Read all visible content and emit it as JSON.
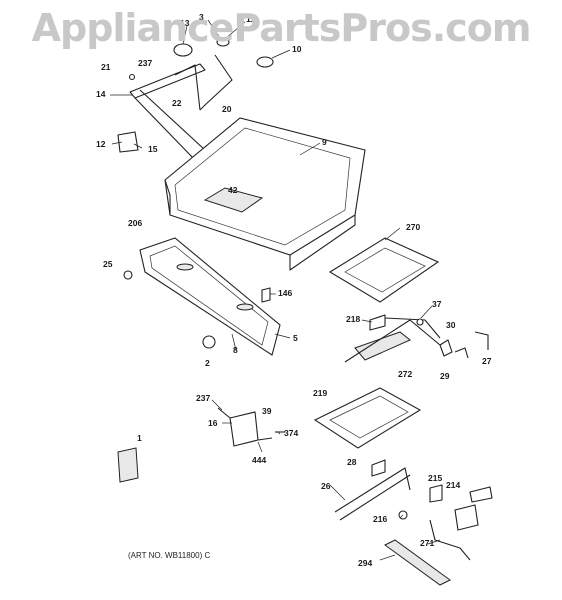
{
  "watermark": "AppliancePartsPros.com",
  "art_number": "(ART NO. WB11800) C",
  "callouts": [
    "13",
    "3",
    "11",
    "10",
    "237",
    "21",
    "14",
    "22",
    "20",
    "12",
    "15",
    "9",
    "42",
    "206",
    "270",
    "25",
    "146",
    "37",
    "218",
    "30",
    "5",
    "2",
    "8",
    "29",
    "27",
    "272",
    "219",
    "237",
    "39",
    "16",
    "374",
    "444",
    "1",
    "28",
    "26",
    "215",
    "214",
    "216",
    "271",
    "294"
  ]
}
